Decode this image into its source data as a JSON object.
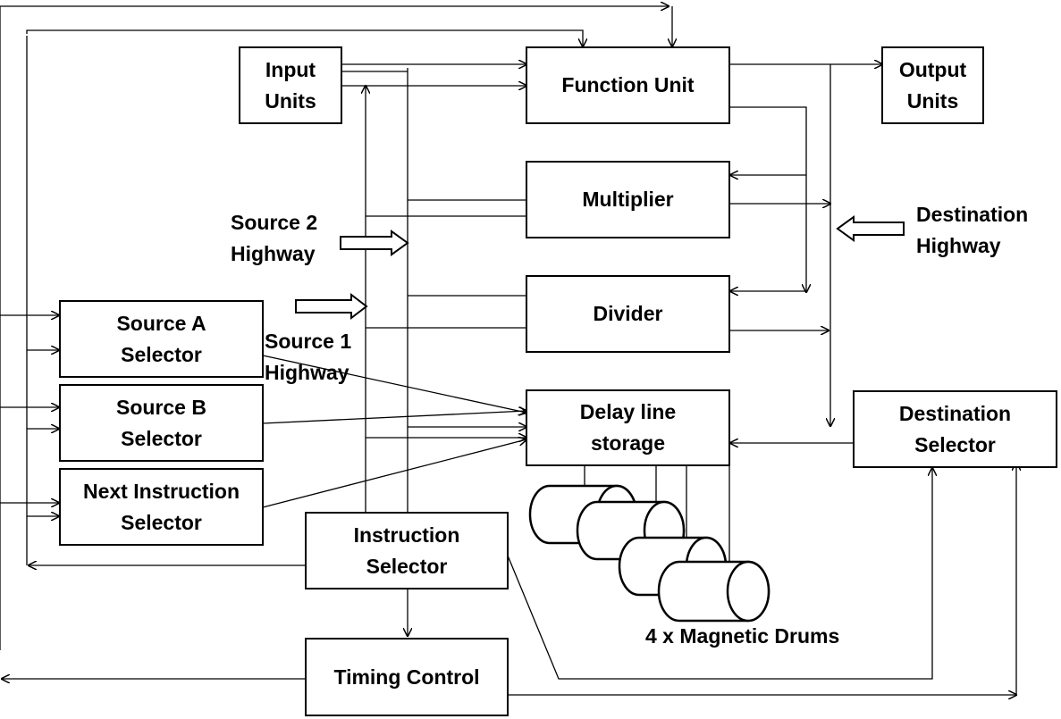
{
  "blocks": {
    "input_units": "Input\nUnits",
    "function_unit": "Function Unit",
    "output_units": "Output\nUnits",
    "multiplier": "Multiplier",
    "divider": "Divider",
    "source_a_selector": "Source A\nSelector",
    "source_b_selector": "Source B\nSelector",
    "next_instruction_selector": "Next Instruction\nSelector",
    "delay_line_storage": "Delay line\nstorage",
    "destination_selector": "Destination\nSelector",
    "instruction_selector": "Instruction\nSelector",
    "timing_control": "Timing Control"
  },
  "labels": {
    "source_2_highway": "Source 2\nHighway",
    "source_1_highway": "Source 1\nHighway",
    "destination_highway": "Destination\nHighway",
    "magnetic_drums": "4 x Magnetic Drums"
  }
}
